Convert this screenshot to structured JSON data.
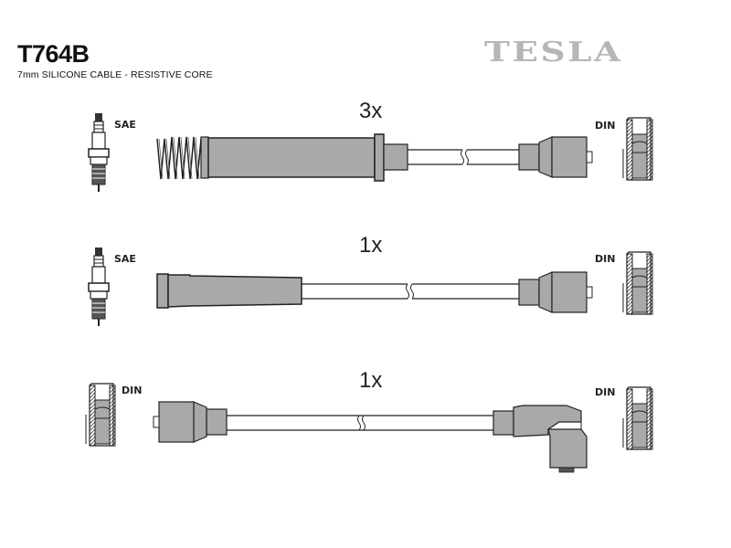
{
  "header": {
    "part_number": "T764B",
    "subtitle": "7mm SILICONE CABLE - RESISTIVE CORE",
    "brand": "TESLA"
  },
  "cables": [
    {
      "quantity": "3x",
      "left_terminal": "SAE",
      "right_terminal": "DIN",
      "left_boot": "straight with spring",
      "right_boot": "straight"
    },
    {
      "quantity": "1x",
      "left_terminal": "SAE",
      "right_terminal": "DIN",
      "left_boot": "straight",
      "right_boot": "straight"
    },
    {
      "quantity": "1x",
      "left_terminal": "DIN",
      "right_terminal": "DIN",
      "left_boot": "straight",
      "right_boot": "angled"
    }
  ],
  "colors": {
    "boot_fill": "#a9a9a9",
    "outline": "#222222",
    "brand": "#b6b6b6"
  }
}
